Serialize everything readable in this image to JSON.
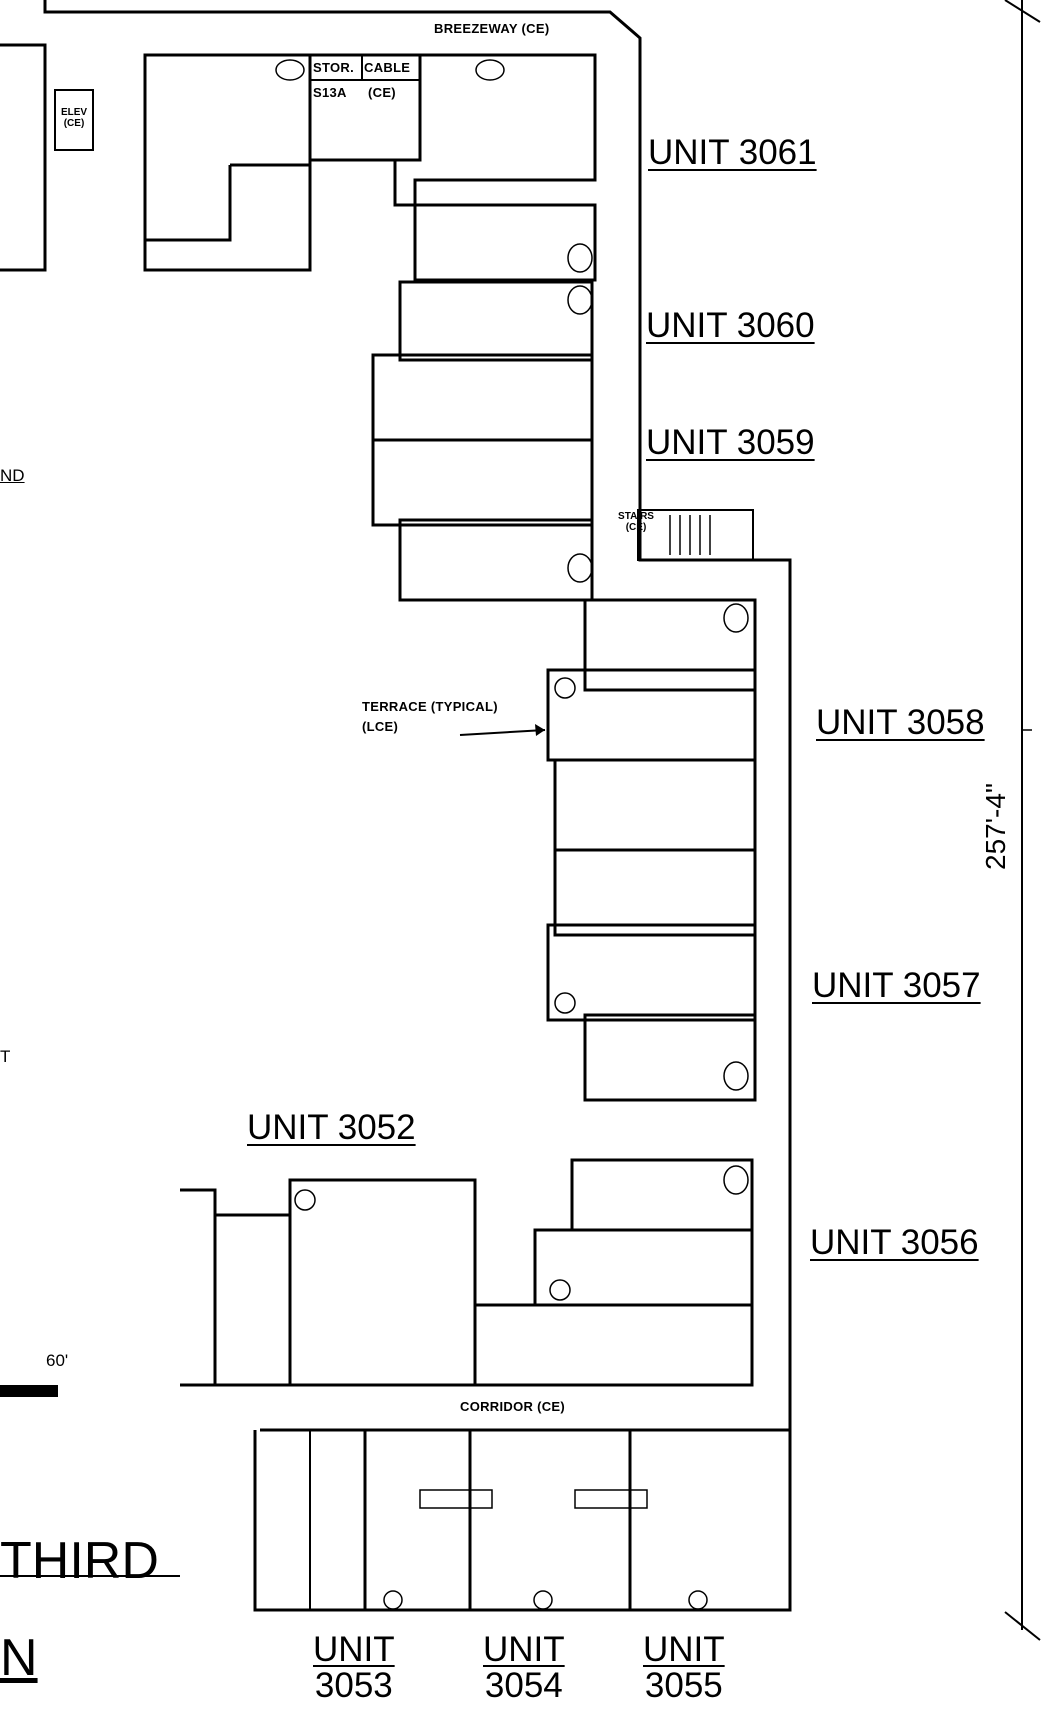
{
  "labels": {
    "breezeway": "BREEZEWAY (CE)",
    "stor": "STOR.",
    "cable": "CABLE",
    "s13a": "S13A",
    "ce_short": "(CE)",
    "elev": "ELEV",
    "elev_ce": "(CE)",
    "stairs": "STAIRS",
    "stairs_ce": "(CE)",
    "terrace_1": "TERRACE (TYPICAL)",
    "terrace_2": "(LCE)",
    "corridor": "CORRIDOR (CE)",
    "dimension": "257'-4\"",
    "scale": "60'",
    "title_third": "THIRD",
    "frag_nd": "ND",
    "frag_t": "T",
    "frag_n": "N"
  },
  "units": {
    "u3061": "UNIT 3061",
    "u3060": "UNIT 3060",
    "u3059": "UNIT 3059",
    "u3058": "UNIT 3058",
    "u3057": "UNIT 3057",
    "u3056": "UNIT 3056",
    "u3052": "UNIT 3052",
    "u3053_a": "UNIT",
    "u3053_b": "3053",
    "u3054_a": "UNIT",
    "u3054_b": "3054",
    "u3055_a": "UNIT",
    "u3055_b": "3055"
  }
}
